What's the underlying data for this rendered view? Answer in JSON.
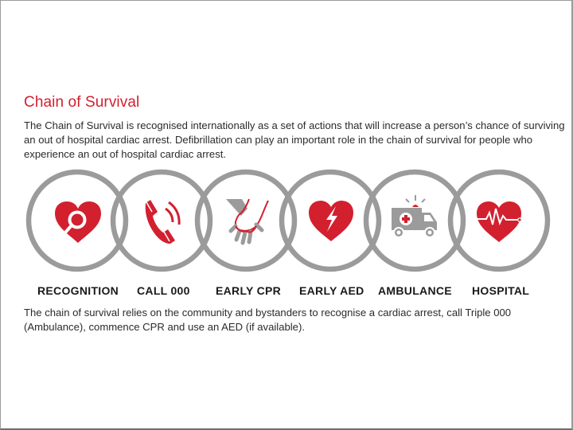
{
  "header": {
    "title": "Chain of Survival",
    "intro": "The Chain of Survival is recognised internationally as a set of actions that will increase a person’s chance of surviving an out of hospital cardiac arrest. Defibrillation can play an important role in the chain of survival for people who experience an out of hospital cardiac arrest."
  },
  "chain": {
    "ring_color": "#9b9b9b",
    "accent_color": "#d2202f",
    "links": [
      {
        "label": "RECOGNITION",
        "icon": "heart-magnifier-icon"
      },
      {
        "label": "CALL 000",
        "icon": "phone-icon"
      },
      {
        "label": "EARLY CPR",
        "icon": "cpr-hands-icon"
      },
      {
        "label": "EARLY AED",
        "icon": "heart-lightning-icon"
      },
      {
        "label": "AMBULANCE",
        "icon": "ambulance-icon"
      },
      {
        "label": "HOSPITAL",
        "icon": "heart-pulse-icon"
      }
    ]
  },
  "footer": {
    "text": " The chain of survival relies on the community and bystanders to recognise a cardiac arrest, call Triple 000 (Ambulance), commence CPR and use an AED (if available)."
  }
}
